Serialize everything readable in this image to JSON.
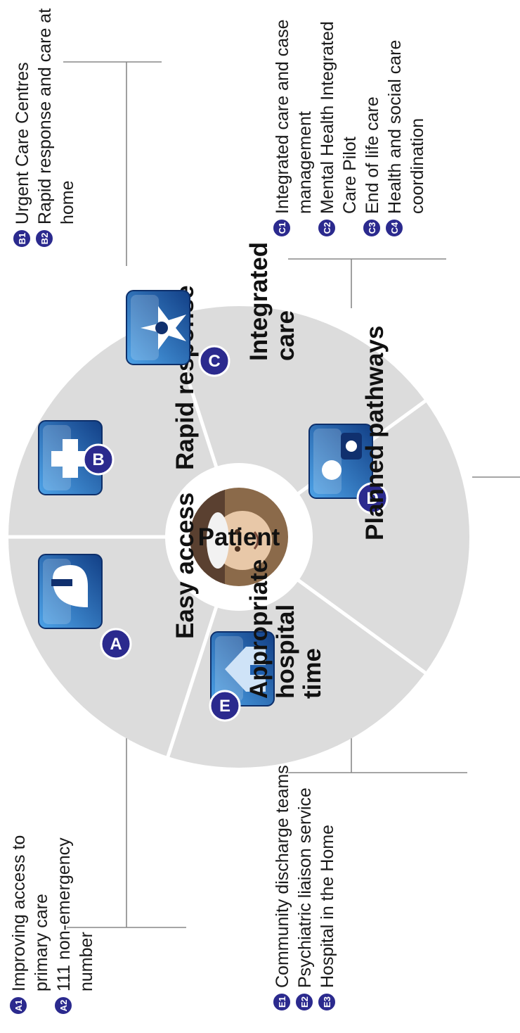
{
  "center": {
    "label": "Patient"
  },
  "segments": [
    {
      "id": "A",
      "title_lines": [
        "Easy access"
      ],
      "icon": "ear-phone-icon"
    },
    {
      "id": "B",
      "title_lines": [
        "Rapid response"
      ],
      "icon": "ambulance-cross-icon"
    },
    {
      "id": "C",
      "title_lines": [
        "Integrated",
        "care"
      ],
      "icon": "hands-heart-icon"
    },
    {
      "id": "D",
      "title_lines": [
        "Planned pathways"
      ],
      "icon": "nurse-medical-bag-icon"
    },
    {
      "id": "E",
      "title_lines": [
        "Appropriate",
        "hospital",
        "time"
      ],
      "icon": "house-icon"
    }
  ],
  "callouts": {
    "A": [
      {
        "badge": "A1",
        "lines": [
          "Improving access to",
          "primary care"
        ]
      },
      {
        "badge": "A2",
        "lines": [
          "111 non-emergency",
          "number"
        ]
      }
    ],
    "B": [
      {
        "badge": "B1",
        "lines": [
          "Urgent Care Centres"
        ]
      },
      {
        "badge": "B2",
        "lines": [
          "Rapid response and care at",
          "home"
        ]
      }
    ],
    "C": [
      {
        "badge": "C1",
        "lines": [
          "Integrated care and case",
          "management"
        ]
      },
      {
        "badge": "C2",
        "lines": [
          "Mental Health Integrated",
          "Care Pilot"
        ]
      },
      {
        "badge": "C3",
        "lines": [
          "End of life care"
        ]
      },
      {
        "badge": "C4",
        "lines": [
          "Health and social care",
          "coordination"
        ]
      }
    ],
    "E": [
      {
        "badge": "E1",
        "lines": [
          "Community discharge teams"
        ]
      },
      {
        "badge": "E2",
        "lines": [
          "Psychiatric liaison service"
        ]
      },
      {
        "badge": "E3",
        "lines": [
          "Hospital in the Home"
        ]
      }
    ]
  },
  "colors": {
    "wheel": "#dcdcdc",
    "divider": "#ffffff",
    "badge": "#2b2a8e",
    "icon_tile": "#1f5fae",
    "connector": "#888888"
  }
}
